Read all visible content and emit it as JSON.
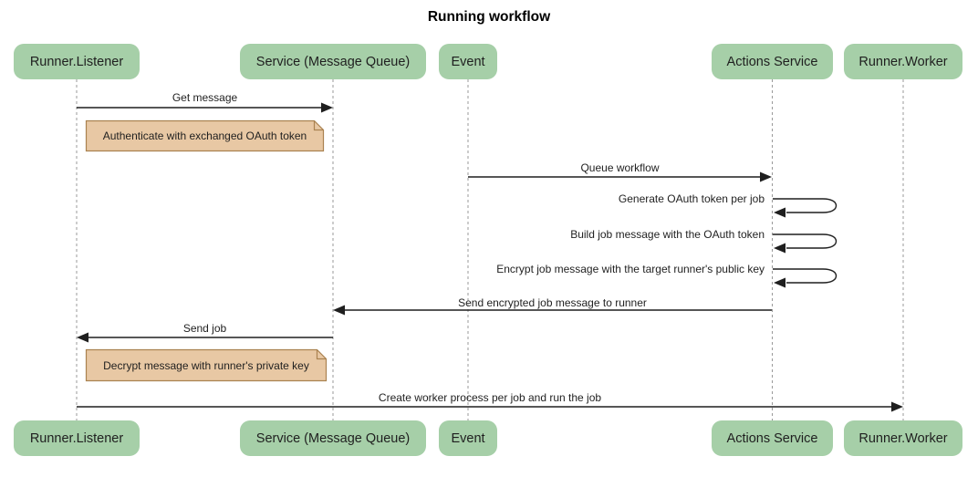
{
  "diagram": {
    "title": "Running workflow",
    "type": "sequence-diagram",
    "actors": [
      {
        "name": "Runner.Listener"
      },
      {
        "name": "Service (Message Queue)"
      },
      {
        "name": "Event"
      },
      {
        "name": "Actions Service"
      },
      {
        "name": "Runner.Worker"
      }
    ],
    "messages": [
      {
        "kind": "arrow",
        "from": "Runner.Listener",
        "to": "Service (Message Queue)",
        "label": "Get message"
      },
      {
        "kind": "note",
        "over": "Runner.Listener",
        "label": "Authenticate with exchanged OAuth token"
      },
      {
        "kind": "arrow",
        "from": "Event",
        "to": "Actions Service",
        "label": "Queue workflow"
      },
      {
        "kind": "self",
        "from": "Actions Service",
        "to": "Actions Service",
        "label": "Generate OAuth token per job"
      },
      {
        "kind": "self",
        "from": "Actions Service",
        "to": "Actions Service",
        "label": "Build job message with the OAuth token"
      },
      {
        "kind": "self",
        "from": "Actions Service",
        "to": "Actions Service",
        "label": "Encrypt job message with the target runner's public key"
      },
      {
        "kind": "arrow",
        "from": "Actions Service",
        "to": "Service (Message Queue)",
        "label": "Send encrypted job message to runner"
      },
      {
        "kind": "arrow",
        "from": "Service (Message Queue)",
        "to": "Runner.Listener",
        "label": "Send job"
      },
      {
        "kind": "note",
        "over": "Runner.Listener",
        "label": "Decrypt message with runner's private key"
      },
      {
        "kind": "arrow",
        "from": "Runner.Listener",
        "to": "Runner.Worker",
        "label": "Create worker process per job and run the job"
      }
    ],
    "colors": {
      "background": "#ffffff",
      "actor_fill": "#A6CFA8",
      "actor_text": "#1f1f1f",
      "note_fill": "#E8C8A4",
      "note_border": "#AA8250",
      "lifeline": "#999999",
      "line": "#1f1f1f"
    }
  }
}
